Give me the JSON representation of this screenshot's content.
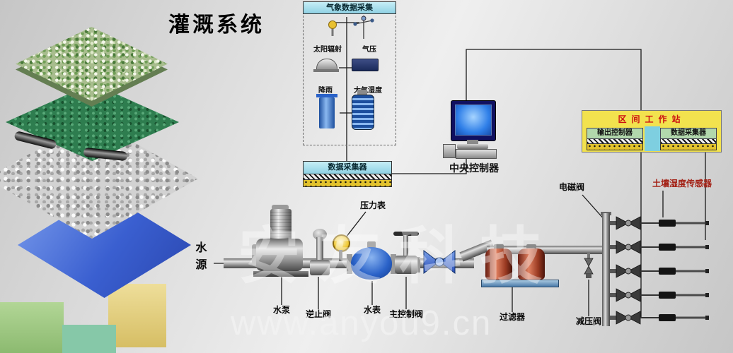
{
  "title": "灌溉系统",
  "watermark": {
    "brand": "安友科技",
    "url": "www.anyou9.cn"
  },
  "weather_station": {
    "title": "气象数据采集",
    "labels": {
      "solar": "太阳辐射",
      "pressure": "气压",
      "rain": "降雨",
      "humidity": "大气湿度"
    }
  },
  "data_collector": {
    "label": "数据采集器"
  },
  "central_controller": {
    "label": "中央控制器"
  },
  "workstation": {
    "title": "区间工作站",
    "modules": {
      "output": "输出控制器",
      "collector": "数据采集器"
    }
  },
  "pipeline": {
    "water_source": "水源",
    "pump": "水泵",
    "check_valve": "逆止阀",
    "pressure_gauge": "压力表",
    "water_meter": "水表",
    "main_control_valve": "主控制阀",
    "filter": "过滤器",
    "pressure_reducing_valve": "减压阀"
  },
  "field": {
    "solenoid_valve": "电磁阀",
    "soil_moisture_sensor": "土壤湿度传感器"
  },
  "colors": {
    "workstation_bg": "#f2e24e",
    "workstation_title_red": "#cc1111",
    "panel_cyan": "#9fd8e8",
    "module_green": "#b2d8ac",
    "screen_blue": "#2f7fe8",
    "gauge_gold": "#eec62e",
    "filter_red": "#a03a24",
    "meter_blue": "#2a62c8",
    "soil_label_red": "#a32014"
  }
}
